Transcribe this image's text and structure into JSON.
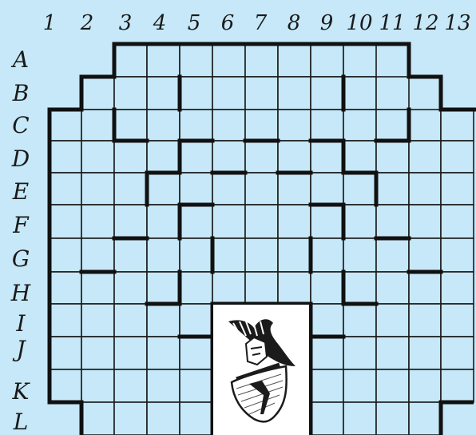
{
  "board": {
    "columns": [
      "1",
      "2",
      "3",
      "4",
      "5",
      "6",
      "7",
      "8",
      "9",
      "10",
      "11",
      "12",
      "13"
    ],
    "rows": [
      "A",
      "B",
      "C",
      "D",
      "E",
      "F",
      "G",
      "H",
      "I",
      "J",
      "K",
      "L"
    ],
    "colors": {
      "background": "#c6e8f8",
      "cell_fill": "#c6e8f8",
      "grid_line": "#1b1b1b",
      "wall": "#111111",
      "emblem_fill": "#ffffff"
    },
    "emblem": {
      "name": "crest-with-bird-and-rake",
      "icon": "coat-of-arms-icon"
    }
  }
}
